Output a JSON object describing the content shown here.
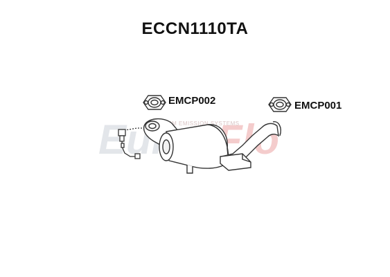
{
  "title": "ECCN1110TA",
  "parts": [
    {
      "code": "EMCP002"
    },
    {
      "code": "EMCP001"
    }
  ],
  "watermark": {
    "brand_prefix": "Euro",
    "brand_suffix": "Flo",
    "tagline": "PREMIUM EMISSION SYSTEMS",
    "color": "#e3e6ea",
    "accent": "#f4cccc"
  },
  "colors": {
    "line": "#333333",
    "fill": "#ffffff",
    "shade": "#f2f2f2"
  }
}
